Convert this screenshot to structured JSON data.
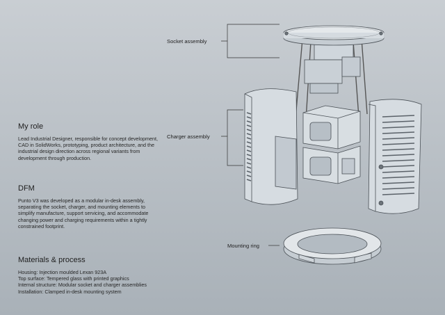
{
  "sections": {
    "role": {
      "heading": "My role",
      "body": "Lead Industrial Designer, responsible for concept development, CAD in SolidWorks, prototyping, product architecture, and the industrial design direction across regional variants from development through production."
    },
    "dfm": {
      "heading": "DFM",
      "body": "Punto V3 was developed as a modular in-desk assembly, separating the socket, charger, and mounting elements to simplify manufacture, support servicing, and accommodate changing power and charging requirements within a tightly constrained footprint."
    },
    "materials": {
      "heading": "Materials & process",
      "lines": [
        "Housing: Injection moulded Lexan 923A",
        "Top surface: Tempered glass with printed graphics",
        "Internal structure: Modular socket and charger assemblies",
        "Installation: Clamped in-desk mounting system"
      ]
    }
  },
  "callouts": {
    "socket": "Socket assembly",
    "charger": "Charger assembly",
    "ring": "Mounting ring"
  }
}
